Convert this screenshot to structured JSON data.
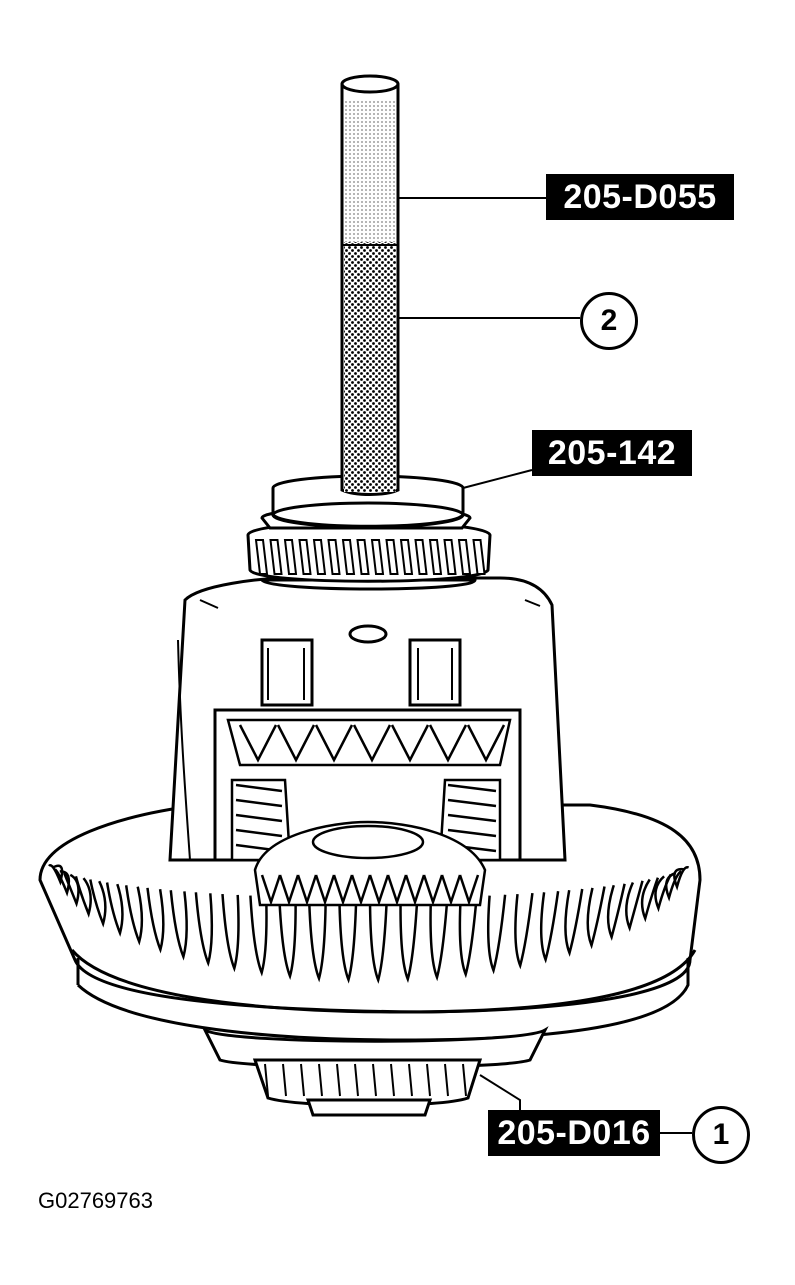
{
  "labels": {
    "tool_top": "205-D055",
    "tool_mid": "205-142",
    "tool_bottom": "205-D016"
  },
  "callouts": {
    "one": "1",
    "two": "2"
  },
  "figure_id": "G02769763"
}
